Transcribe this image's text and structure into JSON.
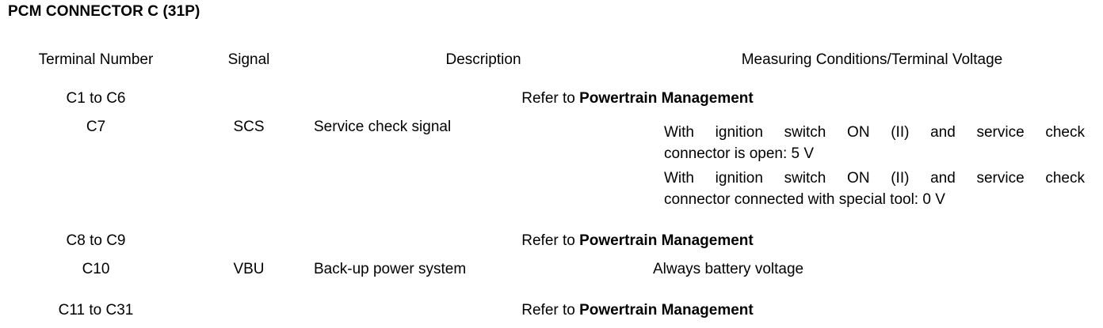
{
  "document": {
    "title": "PCM CONNECTOR C (31P)"
  },
  "table": {
    "headers": {
      "terminal_number": "Terminal Number",
      "signal": "Signal",
      "description": "Description",
      "measuring": "Measuring Conditions/Terminal Voltage"
    },
    "refer_prefix": "Refer to ",
    "refer_target": "Powertrain Management",
    "rows": [
      {
        "terminal": "C1 to C6",
        "type": "refer"
      },
      {
        "terminal": "C7",
        "type": "detail",
        "signal": "SCS",
        "description": "Service check signal",
        "measuring": [
          {
            "line1": "With ignition switch ON (II) and service check",
            "line2": "connector is open: 5 V"
          },
          {
            "line1": "With ignition switch ON (II) and service check",
            "line2": "connector connected with special tool: 0 V"
          }
        ]
      },
      {
        "terminal": "C8 to C9",
        "type": "refer"
      },
      {
        "terminal": "C10",
        "type": "detail",
        "signal": "VBU",
        "description": "Back-up power system",
        "measuring": [
          {
            "line1": "Always battery voltage",
            "line2": ""
          }
        ]
      },
      {
        "terminal": "C11 to C31",
        "type": "refer"
      }
    ]
  }
}
